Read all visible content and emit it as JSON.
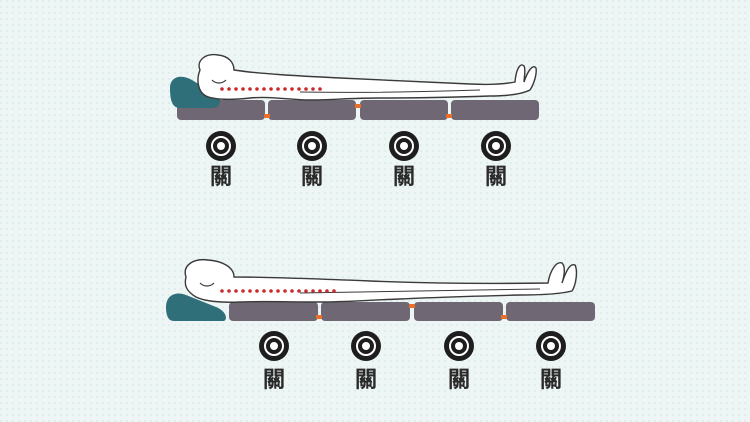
{
  "colors": {
    "background": "#eef6f5",
    "mat": "#6f6874",
    "mat_top": "#8a8490",
    "pillow": "#2f6f79",
    "spine_dots": "#cc2a2a",
    "gap_accent": "#e8702a",
    "knob_fill": "#1e1e1e",
    "body_outline": "#3a3a3a"
  },
  "top_scene": {
    "knob_icon": "round-control-knob-icon",
    "knob_labels": [
      "關",
      "關",
      "關",
      "關"
    ]
  },
  "bottom_scene": {
    "knob_icon": "round-control-knob-icon",
    "knob_labels": [
      "關",
      "關",
      "關",
      "關"
    ]
  }
}
